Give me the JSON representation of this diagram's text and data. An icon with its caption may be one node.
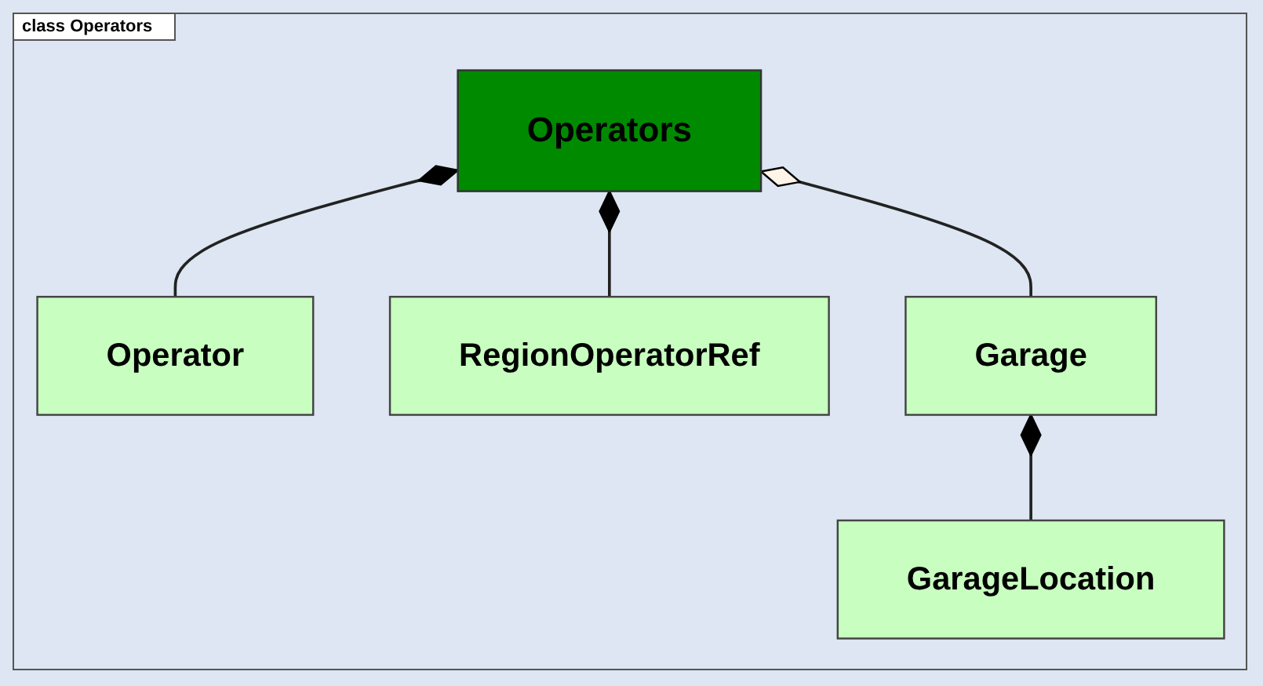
{
  "diagram": {
    "title": "class Operators",
    "nodes": [
      {
        "text": [
          "Operators"
        ]
      },
      {
        "text": [
          "Operator"
        ]
      },
      {
        "text": [
          "RegionOperatorRef"
        ]
      },
      {
        "text": [
          "Garage"
        ]
      },
      {
        "text": [
          "GarageLocation"
        ]
      }
    ],
    "edges": [
      {
        "from": 0,
        "to": 1,
        "arrow": "other"
      },
      {
        "from": 0,
        "to": 2,
        "arrow": "other"
      },
      {
        "from": 0,
        "to": 3,
        "arrow": "other"
      },
      {
        "from": 3,
        "to": 4,
        "arrow": "other"
      }
    ]
  }
}
